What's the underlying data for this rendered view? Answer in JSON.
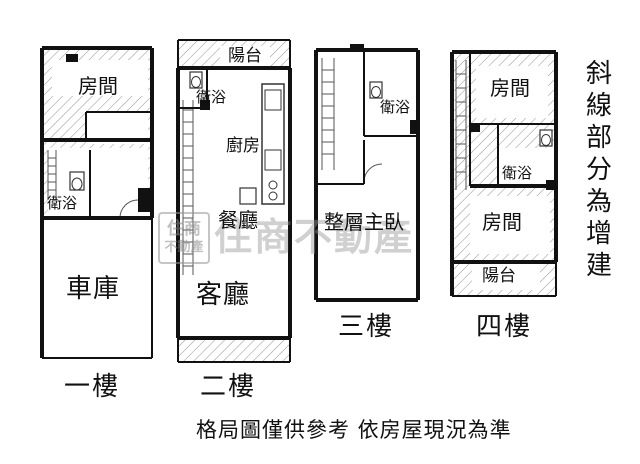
{
  "floors": [
    {
      "title": "一樓",
      "rooms": [
        {
          "key": "bedroom",
          "label": "房間"
        },
        {
          "key": "bath",
          "label": "衛浴"
        },
        {
          "key": "garage",
          "label": "車庫"
        }
      ]
    },
    {
      "title": "二樓",
      "rooms": [
        {
          "key": "balcony",
          "label": "陽台"
        },
        {
          "key": "bath",
          "label": "衛浴"
        },
        {
          "key": "kitchen",
          "label": "廚房"
        },
        {
          "key": "dining",
          "label": "餐廳"
        },
        {
          "key": "living",
          "label": "客廳"
        }
      ]
    },
    {
      "title": "三樓",
      "rooms": [
        {
          "key": "bath",
          "label": "衛浴"
        },
        {
          "key": "master",
          "label": "整層主臥"
        }
      ]
    },
    {
      "title": "四樓",
      "rooms": [
        {
          "key": "bedroom_top",
          "label": "房間"
        },
        {
          "key": "bath",
          "label": "衛浴"
        },
        {
          "key": "bedroom_bottom",
          "label": "房間"
        },
        {
          "key": "balcony",
          "label": "陽台"
        }
      ]
    }
  ],
  "note_vertical": "斜線部分為增建",
  "caption": "格局圖僅供參考  依房屋現況為準",
  "watermark": {
    "logo_top": "住商",
    "logo_bottom": "不動產",
    "text": "住商不動產"
  },
  "colors": {
    "wall": "#111111",
    "hatch": "#9a9a9a",
    "outline": "#333333"
  }
}
